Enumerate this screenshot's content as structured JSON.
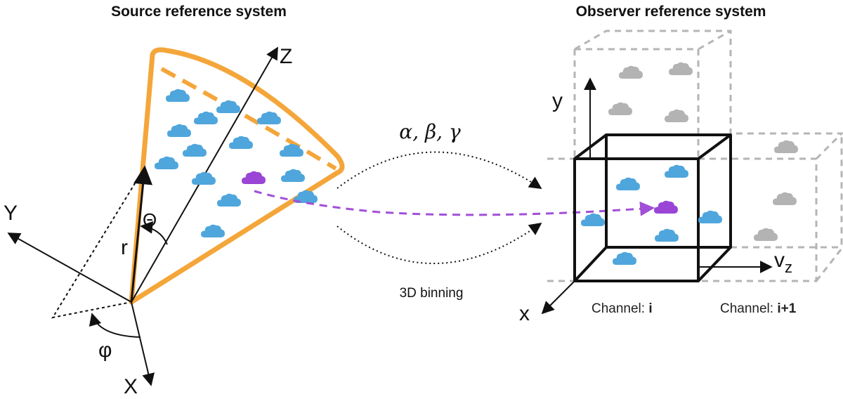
{
  "source": {
    "title": "Source reference system",
    "axes": {
      "z": "Z",
      "y": "Y",
      "x": "X"
    },
    "radius": "r",
    "theta": "Θ",
    "phi": "φ"
  },
  "observer": {
    "title": "Observer reference system",
    "axes": {
      "y": "y",
      "x": "x",
      "vz_main": "v",
      "vz_sub": "z"
    },
    "channels": [
      {
        "prefix": "Channel: ",
        "value": "i"
      },
      {
        "prefix": "Channel: ",
        "value": "i+1"
      }
    ]
  },
  "transform": {
    "rotation_label": "α, β, γ",
    "binning_label": "3D binning"
  },
  "colors": {
    "cone": "#f4a63a",
    "cloud_blue": "#4fa6dc",
    "cloud_purple": "#9a45d6",
    "cloud_gray": "#b3b3b3",
    "ghost_box": "#b5b5b5",
    "trajectory": "#a24fd8"
  },
  "icons": {
    "cloud": "cloud-icon"
  }
}
